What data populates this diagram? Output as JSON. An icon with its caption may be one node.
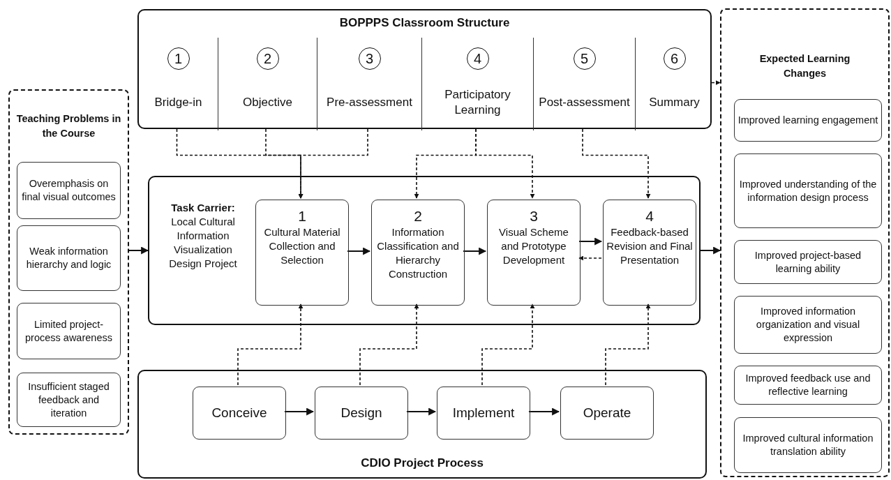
{
  "diagram": {
    "nodes": [
      {
        "text": [
          "BOPPPS Classroom Structure"
        ]
      },
      {
        "text": [
          "1",
          "Bridge-in"
        ],
        "in": 0
      },
      {
        "text": [
          "2",
          "Objective"
        ],
        "in": 0
      },
      {
        "text": [
          "3",
          "Pre-assessment"
        ],
        "in": 0
      },
      {
        "text": [
          "4",
          "Participatory Learning"
        ],
        "in": 0
      },
      {
        "text": [
          "5",
          "Post-assessment"
        ],
        "in": 0
      },
      {
        "text": [
          "6",
          "Summary"
        ],
        "in": 0
      },
      {
        "text": [
          "Teaching Problems in the Course"
        ]
      },
      {
        "text": [
          "Overemphasis on final visual outcomes"
        ],
        "in": 7
      },
      {
        "text": [
          "Weak information hierarchy and logic"
        ],
        "in": 7
      },
      {
        "text": [
          "Limited project-process awareness"
        ],
        "in": 7
      },
      {
        "text": [
          "Insufficient staged feedback and iteration"
        ],
        "in": 7
      },
      {
        "text": [
          "**Task Carrier:** Local Cultural Information Visualization Design Project"
        ]
      },
      {
        "text": [
          "1",
          "Cultural Material Collection and Selection"
        ],
        "in": 12
      },
      {
        "text": [
          "2",
          "Information Classification and Hierarchy Construction"
        ],
        "in": 12
      },
      {
        "text": [
          "3",
          "Visual Scheme and Prototype Development"
        ],
        "in": 12
      },
      {
        "text": [
          "4",
          "Feedback-based Revision and Final Presentation"
        ],
        "in": 12
      },
      {
        "text": [
          "CDIO Project Process"
        ]
      },
      {
        "text": [
          "Conceive"
        ],
        "in": 17
      },
      {
        "text": [
          "Design"
        ],
        "in": 17
      },
      {
        "text": [
          "Implement"
        ],
        "in": 17
      },
      {
        "text": [
          "Operate"
        ],
        "in": 17
      },
      {
        "text": [
          "Expected Learning Changes"
        ]
      },
      {
        "text": [
          "Improved learning engagement"
        ],
        "in": 22
      },
      {
        "text": [
          "Improved understanding of the information design process"
        ],
        "in": 22
      },
      {
        "text": [
          "Improved project-based learning ability"
        ],
        "in": 22
      },
      {
        "text": [
          "Improved information organization and visual expression"
        ],
        "in": 22
      },
      {
        "text": [
          "Improved feedback use and reflective learning"
        ],
        "in": 22
      },
      {
        "text": [
          "Improved cultural information translation ability"
        ],
        "in": 22
      }
    ],
    "edges": [
      {
        "from": 1,
        "to": 13,
        "arrow": "to",
        "style": "dashed"
      },
      {
        "from": 2,
        "to": 13,
        "arrow": "to",
        "style": "dashed"
      },
      {
        "from": 3,
        "to": 13,
        "arrow": "to",
        "style": "dashed"
      },
      {
        "from": 4,
        "to": 14,
        "arrow": "to",
        "style": "dashed"
      },
      {
        "from": 4,
        "to": 15,
        "arrow": "to",
        "style": "dashed"
      },
      {
        "from": 5,
        "to": 16,
        "arrow": "to",
        "style": "dashed"
      },
      {
        "from": 6,
        "to": 22,
        "arrow": "to",
        "style": "dashed"
      },
      {
        "from": 13,
        "to": 14,
        "arrow": "to"
      },
      {
        "from": 14,
        "to": 15,
        "arrow": "to"
      },
      {
        "from": 15,
        "to": 16,
        "arrow": "to"
      },
      {
        "from": 16,
        "to": 15,
        "arrow": "to",
        "style": "dashed"
      },
      {
        "from": 18,
        "to": 13,
        "arrow": "to",
        "style": "dashed"
      },
      {
        "from": 19,
        "to": 14,
        "arrow": "to",
        "style": "dashed"
      },
      {
        "from": 20,
        "to": 15,
        "arrow": "to",
        "style": "dashed"
      },
      {
        "from": 21,
        "to": 16,
        "arrow": "to",
        "style": "dashed"
      },
      {
        "from": 18,
        "to": 19,
        "arrow": "to"
      },
      {
        "from": 19,
        "to": 20,
        "arrow": "to"
      },
      {
        "from": 20,
        "to": 21,
        "arrow": "to"
      },
      {
        "from": 7,
        "to": 12,
        "arrow": "to"
      },
      {
        "from": 12,
        "to": 22,
        "arrow": "to"
      }
    ]
  }
}
